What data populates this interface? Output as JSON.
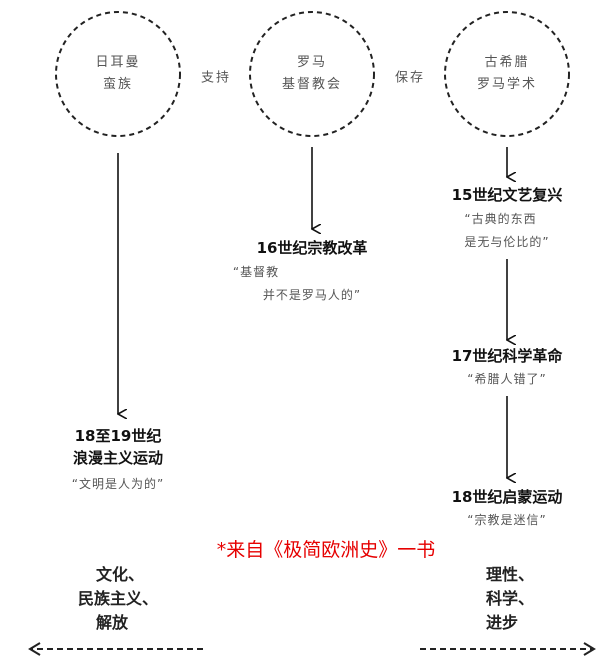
{
  "nodes": [
    {
      "lines": [
        "日耳曼",
        "蛮族"
      ]
    },
    {
      "lines": [
        "罗马",
        "基督教会"
      ]
    },
    {
      "lines": [
        "古希腊",
        "罗马学术"
      ]
    }
  ],
  "relations": [
    "支持",
    "保存"
  ],
  "events": {
    "reformation": {
      "title": "16世纪宗教改革",
      "quote": [
        "“基督教",
        "并不是罗马人的”"
      ]
    },
    "renaissance": {
      "title": "15世纪文艺复兴",
      "quote": [
        "“古典的东西",
        "是无与伦比的”"
      ]
    },
    "scientific": {
      "title": "17世纪科学革命",
      "quote": [
        "“希腊人错了”"
      ]
    },
    "enlightenment": {
      "title": "18世纪启蒙运动",
      "quote": [
        "“宗教是迷信”"
      ]
    },
    "romanticism": {
      "title": [
        "18至19世纪",
        "浪漫主义运动"
      ],
      "quote": [
        "“文明是人为的”"
      ]
    }
  },
  "source_note": "*来自《极简欧洲史》一书",
  "outcomes": {
    "left": [
      "文化、",
      "民族主义、",
      "解放"
    ],
    "right": [
      "理性、",
      "科学、",
      "进步"
    ]
  },
  "colors": {
    "line": "#111111",
    "note": "#e60000"
  }
}
